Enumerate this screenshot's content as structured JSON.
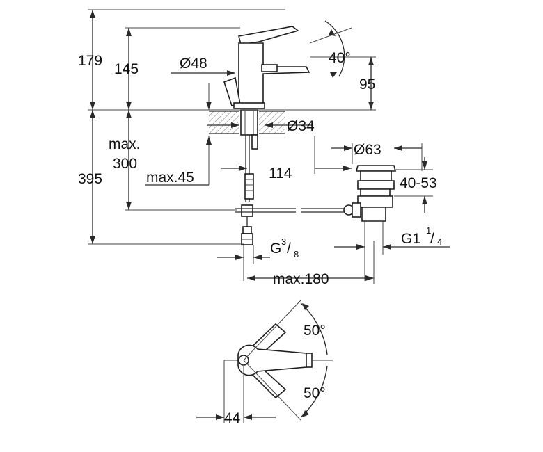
{
  "drawing": {
    "dims": {
      "d179": "179",
      "d145": "145",
      "d_diam48": "Ø48",
      "d_angle40": "40°",
      "d95": "95",
      "d_diam34": "Ø34",
      "d_max": "max.",
      "d300": "300",
      "d395": "395",
      "d_max45": "max.45",
      "d114": "114",
      "d_diam63": "Ø63",
      "d40_53": "40-53",
      "d_g1": "G1",
      "d_g1_num": "1",
      "d_g1_slash": "/",
      "d_g1_den": "4",
      "d_g38": "G",
      "d_g38_num": "3",
      "d_g38_slash": "/",
      "d_g38_den": "8",
      "d_max180": "max.180",
      "d_angle50_top": "50°",
      "d_angle50_bottom": "50°",
      "d44": "44"
    }
  }
}
